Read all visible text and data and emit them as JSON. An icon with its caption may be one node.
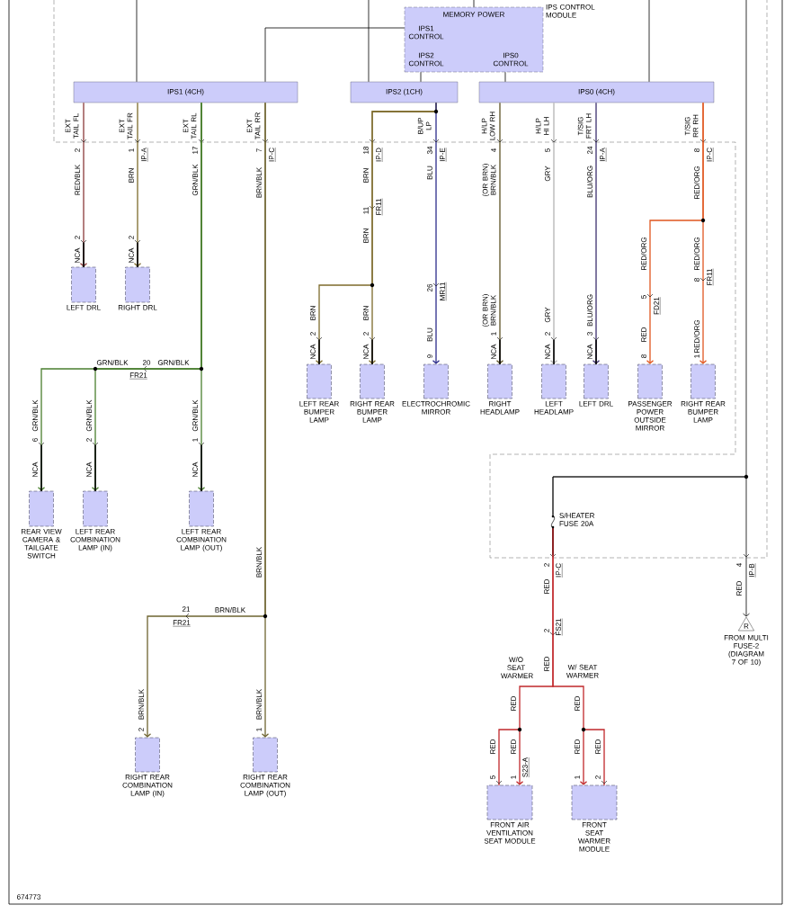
{
  "diagram": {
    "nodes": [
      {
        "text": [
          "MEMORY POWER",
          "IPS1 CONTROL",
          "IPS2 CONTROL",
          "IPS0 CONTROL"
        ],
        "beside": [
          "IPS CONTROL MODULE"
        ]
      },
      {
        "text": [
          "IPS1 (4CH)"
        ]
      },
      {
        "text": [
          "IPS2 (1CH)"
        ]
      },
      {
        "text": [
          "IPS0 (4CH)"
        ]
      },
      {
        "text": [
          "LEFT DRL"
        ]
      },
      {
        "text": [
          "RIGHT DRL"
        ]
      },
      {
        "text": [
          "LEFT REAR BUMPER LAMP"
        ]
      },
      {
        "text": [
          "RIGHT REAR BUMPER LAMP"
        ]
      },
      {
        "text": [
          "ELECTROCHROMIC MIRROR"
        ]
      },
      {
        "text": [
          "RIGHT HEADLAMP"
        ]
      },
      {
        "text": [
          "LEFT HEADLAMP"
        ]
      },
      {
        "text": [
          "LEFT DRL"
        ]
      },
      {
        "text": [
          "PASSENGER POWER OUTSIDE MIRROR"
        ]
      },
      {
        "text": [
          "RIGHT REAR BUMPER LAMP"
        ]
      },
      {
        "text": [
          "REAR VIEW CAMERA & TAILGATE SWITCH"
        ]
      },
      {
        "text": [
          "LEFT REAR COMBINATION LAMP (IN)"
        ]
      },
      {
        "text": [
          "LEFT REAR COMBINATION LAMP (OUT)"
        ]
      },
      {
        "text": [
          "RIGHT REAR COMBINATION LAMP (IN)"
        ]
      },
      {
        "text": [
          "RIGHT REAR COMBINATION LAMP (OUT)"
        ]
      },
      {
        "text": [
          "FRONT AIR VENTILATION SEAT MODULE"
        ]
      },
      {
        "text": [
          "FRONT SEAT WARMER MODULE"
        ]
      },
      {
        "text": [
          "S/HEATER FUSE 20A"
        ]
      },
      {
        "text": [
          "R"
        ],
        "beside": [
          "FROM MULTI FUSE-2 (DIAGRAM 7 OF 10)"
        ]
      }
    ],
    "edges": [
      {
        "from": null,
        "to": 1,
        "arrow": "none"
      },
      {
        "from": null,
        "to": 2,
        "arrow": "none"
      },
      {
        "from": null,
        "to": 0,
        "arrow": "none"
      },
      {
        "from": null,
        "to": 3,
        "arrow": "none"
      },
      {
        "from": 0,
        "to": 1,
        "arrow": "none"
      },
      {
        "from": 0,
        "to": 2,
        "arrow": "none"
      },
      {
        "from": 0,
        "to": 3,
        "arrow": "none"
      },
      {
        "from": 1,
        "to": 4,
        "arrow": "to",
        "color": "#8b3a3a"
      },
      {
        "from": 1,
        "to": 5,
        "arrow": "to",
        "color": "#7d6b2b"
      },
      {
        "from": 1,
        "to": 14,
        "arrow": "to",
        "color": "#4a7f2f"
      },
      {
        "from": 1,
        "to": 15,
        "arrow": "to",
        "color": "#4a7f2f"
      },
      {
        "from": 1,
        "to": 16,
        "arrow": "to",
        "color": "#4a7f2f"
      },
      {
        "from": 1,
        "to": 17,
        "arrow": "to",
        "color": "#6e6430"
      },
      {
        "from": 1,
        "to": 18,
        "arrow": "to",
        "color": "#6e6430"
      },
      {
        "from": 2,
        "to": 6,
        "arrow": "to",
        "color": "#7d6b2b"
      },
      {
        "from": 2,
        "to": 7,
        "arrow": "to",
        "color": "#7d6b2b"
      },
      {
        "from": 2,
        "to": 8,
        "arrow": "to",
        "color": "#2b2b8a"
      },
      {
        "from": 3,
        "to": 9,
        "arrow": "to",
        "color": "#5e5326"
      },
      {
        "from": 3,
        "to": 10,
        "arrow": "to",
        "color": "#b4b4b4"
      },
      {
        "from": 3,
        "to": 11,
        "arrow": "to",
        "color": "#3c2f6e"
      },
      {
        "from": 3,
        "to": 12,
        "arrow": "to",
        "color": "#e0561f"
      },
      {
        "from": 3,
        "to": 13,
        "arrow": "to",
        "color": "#e0561f"
      },
      {
        "from": null,
        "to": 21,
        "arrow": "none"
      },
      {
        "from": 21,
        "to": 22,
        "arrow": "to"
      },
      {
        "from": 21,
        "to": 19,
        "arrow": "to",
        "color": "#c0282b"
      },
      {
        "from": 21,
        "to": 20,
        "arrow": "to",
        "color": "#c0282b"
      }
    ],
    "labels": [
      "EXT TAIL FL",
      "EXT TAIL FR",
      "EXT TAIL RL",
      "EXT TAIL RR",
      "B/UP LP",
      "H/LP LOW RH",
      "H/LP HI LH",
      "T/SIG FRT LH",
      "T/SIG RR RH",
      "2",
      "1",
      "IP-A",
      "17",
      "7",
      "IP-C",
      "18",
      "IP-D",
      "34",
      "IP-E",
      "4",
      "5",
      "24",
      "IP-A",
      "8",
      "IP-C",
      "RED/BLK",
      "BRN",
      "GRN/BLK",
      "BRN/BLK",
      "BRN",
      "11",
      "FR11",
      "BRN",
      "BLU",
      "(OR BRN) BRN/BLK",
      "GRY",
      "BLU/ORG",
      "RED/ORG",
      "2",
      "NCA",
      "2",
      "NCA",
      "BRN",
      "2",
      "NCA",
      "BRN",
      "2",
      "NCA",
      "26",
      "MR11",
      "BLU",
      "9",
      "(OR BRN) BRN/BLK",
      "1",
      "NCA",
      "GRY",
      "2",
      "NCA",
      "BLU/ORG",
      "3",
      "NCA",
      "RED/ORG",
      "5",
      "FD21",
      "RED",
      "8",
      "RED/ORG",
      "8",
      "FR11",
      "RED/ORG",
      "1",
      "GRN/BLK",
      "20",
      "GRN/BLK",
      "FR21",
      "GRN/BLK",
      "6",
      "NCA",
      "GRN/BLK",
      "2",
      "NCA",
      "GRN/BLK",
      "1",
      "NCA",
      "BRN/BLK",
      "21",
      "BRN/BLK",
      "FR21",
      "BRN/BLK",
      "2",
      "BRN/BLK",
      "1",
      "2",
      "IP-C",
      "RED",
      "4",
      "IP-B",
      "RED",
      "2",
      "FS21",
      "W/O SEAT WARMER",
      "RED",
      "W/ SEAT WARMER",
      "RED",
      "RED",
      "RED",
      "RED",
      "RED",
      "RED",
      "5",
      "1",
      "S23-A",
      "1",
      "2",
      "674773"
    ]
  }
}
